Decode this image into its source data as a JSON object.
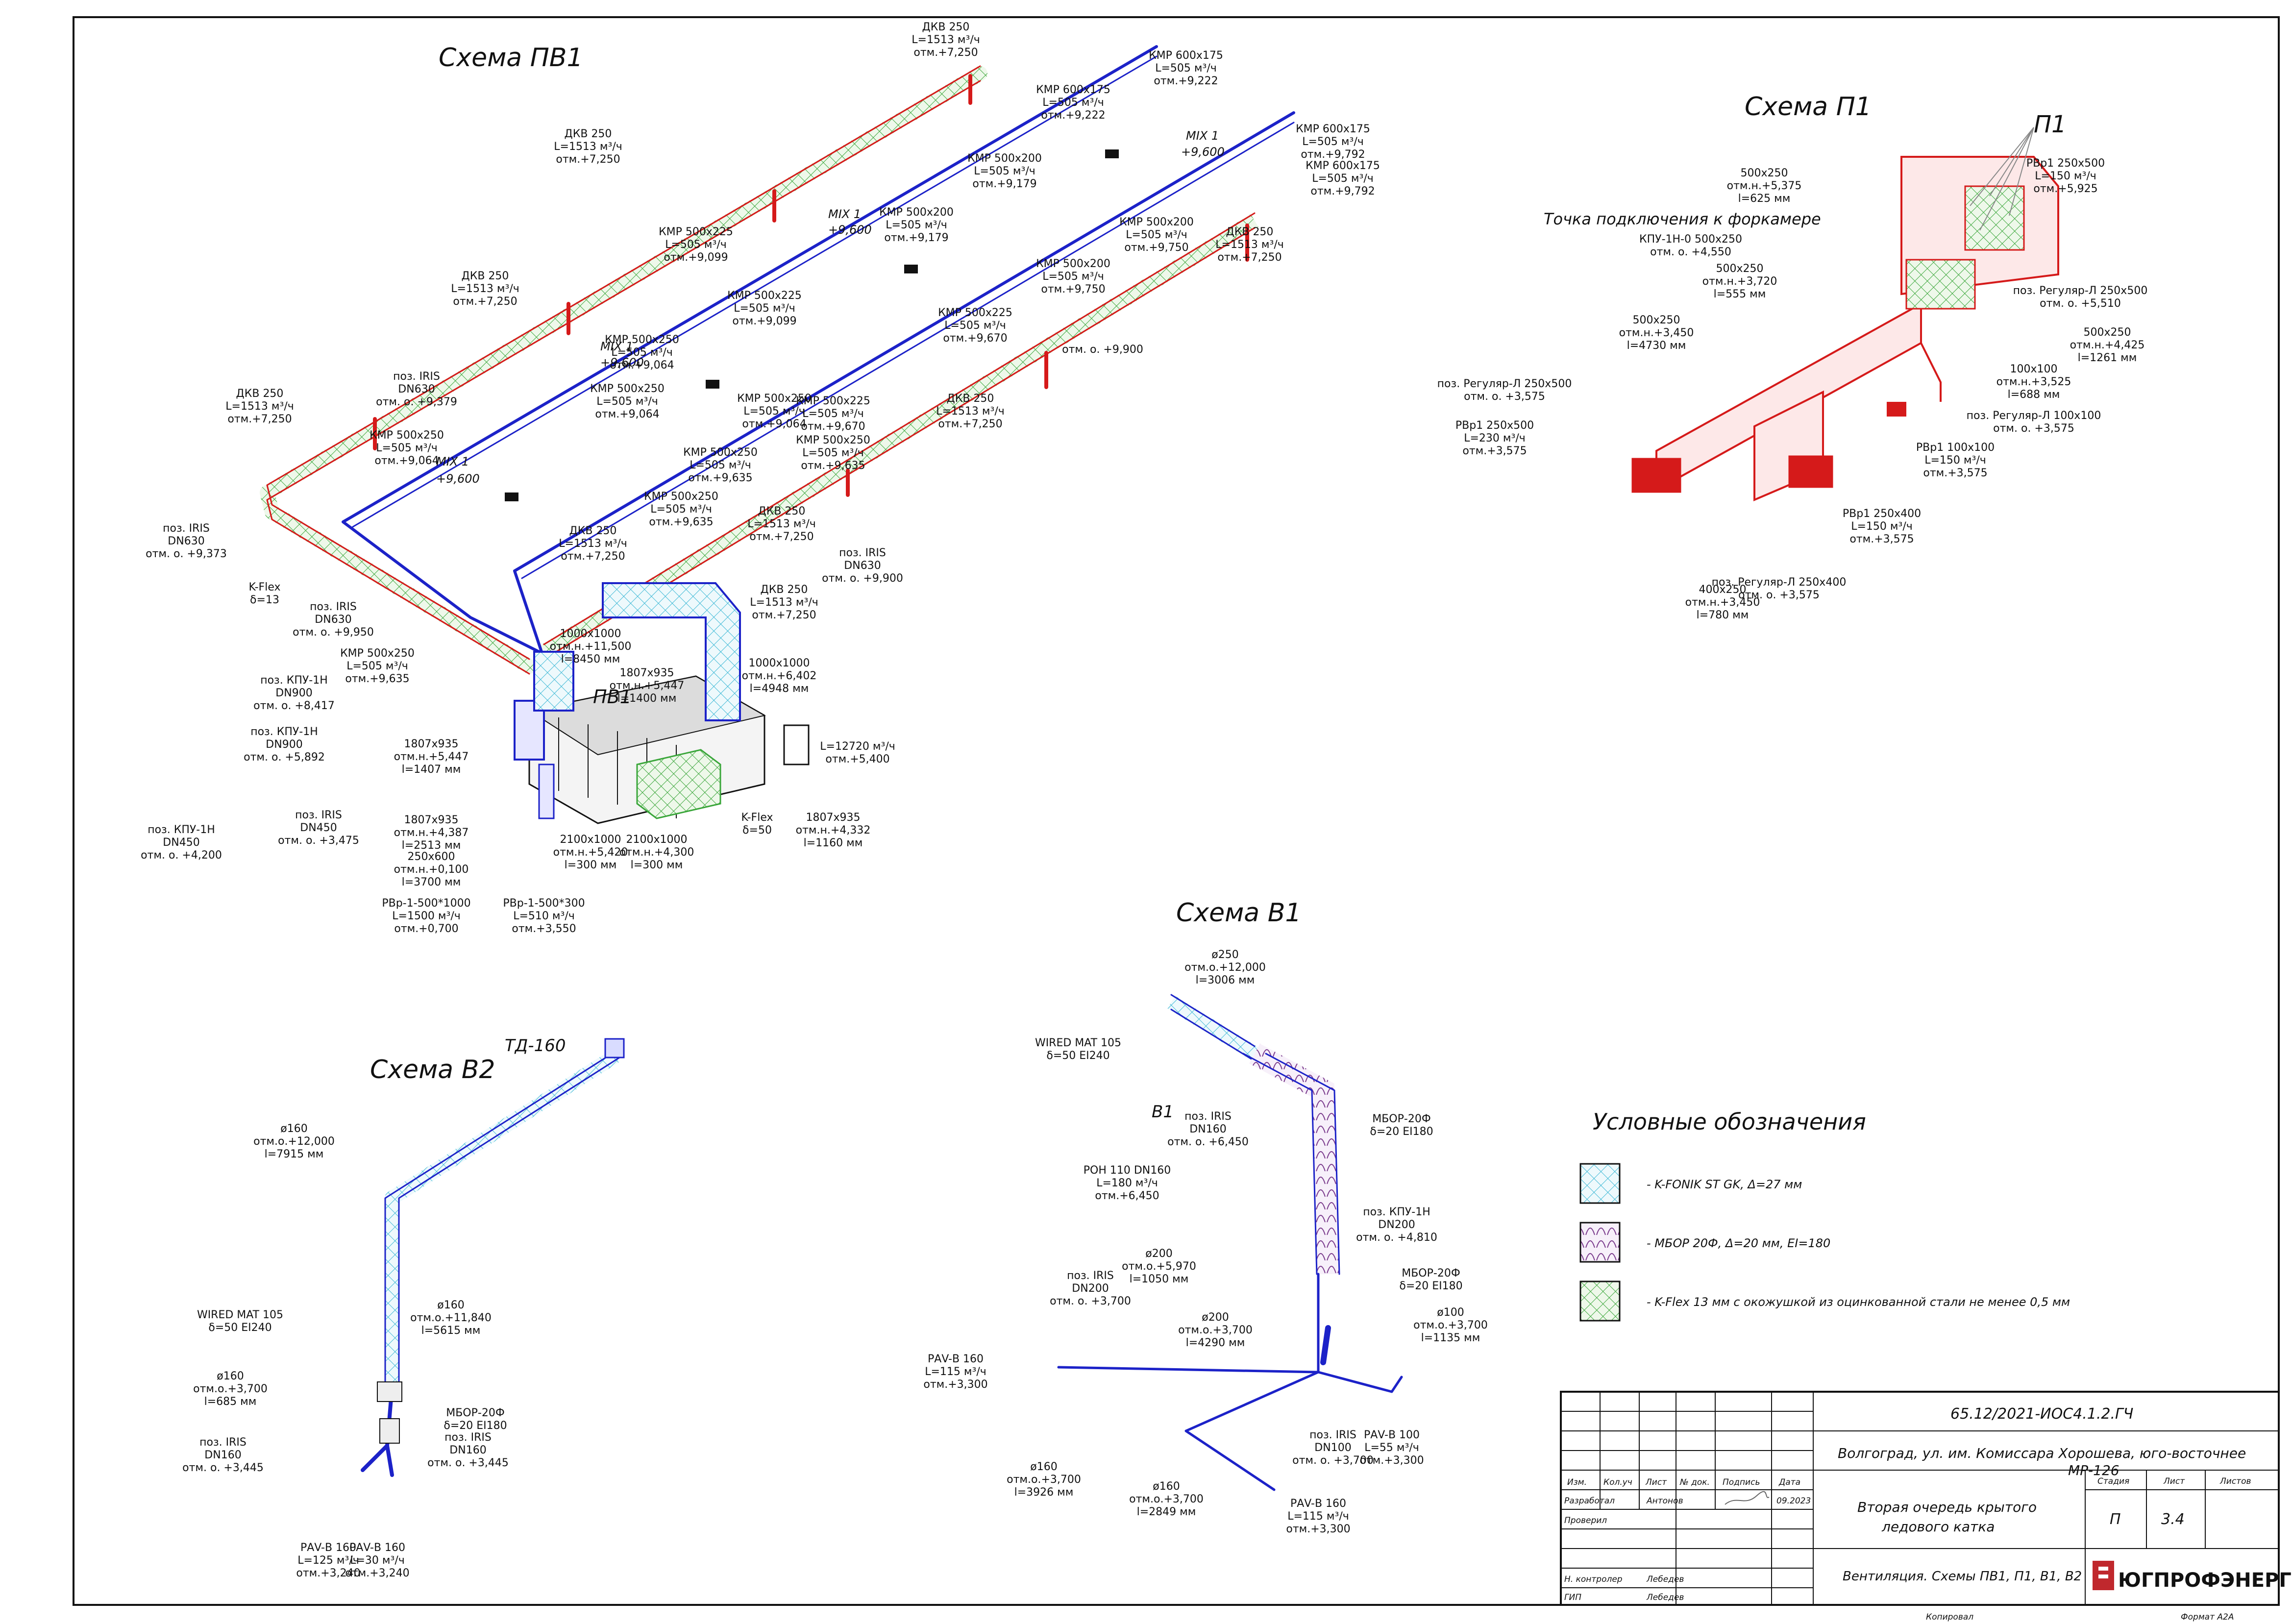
{
  "schemes": {
    "pv1": {
      "title": "Схема ПВ1",
      "unit": "ПВ1",
      "mix": [
        "MIX 1",
        "+9,600",
        "MIX 1",
        "+9,600",
        "MIX 1",
        "+9,600",
        "MIX 1",
        "+9,600"
      ],
      "labels": [
        [
          "ДКВ 250",
          "L=1513 м³/ч",
          "отм.+7,250"
        ],
        [
          "КМР 600х175",
          "L=505 м³/ч",
          "отм.+9,222"
        ],
        [
          "КМР 600х175",
          "L=505 м³/ч",
          "отм.+9,222"
        ],
        [
          "КМР 600х175",
          "L=505 м³/ч",
          "отм.+9,792"
        ],
        [
          "КМР 600х175",
          "L=505 м³/ч",
          "отм.+9,792"
        ],
        [
          "ДКВ 250",
          "L=1513 м³/ч",
          "отм.+7,250"
        ],
        [
          "КМР 500х200",
          "L=505 м³/ч",
          "отм.+9,179"
        ],
        [
          "КМР 500х200",
          "L=505 м³/ч",
          "отм.+9,179"
        ],
        [
          "КМР 500х225",
          "L=505 м³/ч",
          "отм.+9,099"
        ],
        [
          "КМР 500х200",
          "L=505 м³/ч",
          "отм.+9,750"
        ],
        [
          "ДКВ 250",
          "L=1513 м³/ч",
          "отм.+7,250"
        ],
        [
          "ДКВ 250",
          "L=1513 м³/ч",
          "отм.+7,250"
        ],
        [
          "КМР 500х225",
          "L=505 м³/ч",
          "отм.+9,099"
        ],
        [
          "КМР 500х200",
          "L=505 м³/ч",
          "отм.+9,750"
        ],
        [
          "КМР 500х250",
          "L=505 м³/ч",
          "отм.+9,064"
        ],
        [
          "КМР 500х225",
          "L=505 м³/ч",
          "отм.+9,670"
        ],
        [
          "отм. о. +9,900"
        ],
        [
          "ДКВ 250",
          "L=1513 м³/ч",
          "отм.+7,250"
        ],
        [
          "поз. IRIS",
          "DN630",
          "отм. о. +9,379"
        ],
        [
          "КМР 500х250",
          "L=505 м³/ч",
          "отм.+9,064"
        ],
        [
          "КМР 500х250",
          "L=505 м³/ч",
          "отм.+9,064"
        ],
        [
          "КМР 500х225",
          "L=505 м³/ч",
          "отм.+9,670"
        ],
        [
          "КМР 500х250",
          "L=505 м³/ч",
          "отм.+9,635"
        ],
        [
          "ДКВ 250",
          "L=1513 м³/ч",
          "отм.+7,250"
        ],
        [
          "КМР 500х250",
          "L=505 м³/ч",
          "отм.+9,064"
        ],
        [
          "КМР 500х250",
          "L=505 м³/ч",
          "отм.+9,635"
        ],
        [
          "КМР 500х250",
          "L=505 м³/ч",
          "отм.+9,635"
        ],
        [
          "ДКВ 250",
          "L=1513 м³/ч",
          "отм.+7,250"
        ],
        [
          "поз. IRIS",
          "DN630",
          "отм. о. +9,373"
        ],
        [
          "ДКВ 250",
          "L=1513 м³/ч",
          "отм.+7,250"
        ],
        [
          "поз. IRIS",
          "DN630",
          "отм. о. +9,900"
        ],
        [
          "K-Flex",
          "δ=13"
        ],
        [
          "ДКВ 250",
          "L=1513 м³/ч",
          "отм.+7,250"
        ],
        [
          "поз. IRIS",
          "DN630",
          "отм. о. +9,950"
        ],
        [
          "1000х1000",
          "отм.н.+11,500",
          "l=8450 мм"
        ],
        [
          "КМР 500х250",
          "L=505 м³/ч",
          "отм.+9,635"
        ],
        [
          "1807х935",
          "отм.н.+5,447",
          "l=1400 мм"
        ],
        [
          "1000х1000",
          "отм.н.+6,402",
          "l=4948 мм"
        ],
        [
          "поз. КПУ-1Н",
          "DN900",
          "отм. о. +8,417"
        ],
        [
          "поз. КПУ-1Н",
          "DN900",
          "отм. о. +5,892"
        ],
        [
          "L=12720 м³/ч",
          "отм.+5,400"
        ],
        [
          "1807х935",
          "отм.н.+5,447",
          "l=1407 мм"
        ],
        [
          "K-Flex",
          "δ=50"
        ],
        [
          "1807х935",
          "отм.н.+4,332",
          "l=1160 мм"
        ],
        [
          "поз. IRIS",
          "DN450",
          "отм. о. +3,475"
        ],
        [
          "поз. КПУ-1Н",
          "DN450",
          "отм. о. +4,200"
        ],
        [
          "1807х935",
          "отм.н.+4,387",
          "l=2513 мм"
        ],
        [
          "250х600",
          "отм.н.+0,100",
          "l=3700 мм"
        ],
        [
          "2100х1000",
          "отм.н.+5,420",
          "l=300 мм"
        ],
        [
          "2100х1000",
          "отм.н.+4,300",
          "l=300 мм"
        ],
        [
          "РВр-1-500*1000",
          "L=1500 м³/ч",
          "отм.+0,700"
        ],
        [
          "РВр-1-500*300",
          "L=510 м³/ч",
          "отм.+3,550"
        ]
      ]
    },
    "p1": {
      "title": "Схема П1",
      "unit": "П1",
      "connection": "Точка подключения к форкамере",
      "labels": [
        [
          "РВр1 250х500",
          "L=150 м³/ч",
          "отм.+5,925"
        ],
        [
          "500х250",
          "отм.н.+5,375",
          "l=625 мм"
        ],
        [
          "КПУ-1Н-0 500х250",
          "отм. о. +4,550"
        ],
        [
          "500х250",
          "отм.н.+3,720",
          "l=555 мм"
        ],
        [
          "поз. Регуляр-Л 250х500",
          "отм. о. +5,510"
        ],
        [
          "500х250",
          "отм.н.+4,425",
          "l=1261 мм"
        ],
        [
          "500х250",
          "отм.н.+3,450",
          "l=4730 мм"
        ],
        [
          "100х100",
          "отм.н.+3,525",
          "l=688 мм"
        ],
        [
          "поз. Регуляр-Л 250х500",
          "отм. о. +3,575"
        ],
        [
          "поз. Регуляр-Л 100х100",
          "отм. о. +3,575"
        ],
        [
          "РВр1 250х500",
          "L=230 м³/ч",
          "отм.+3,575"
        ],
        [
          "РВр1 100х100",
          "L=150 м³/ч",
          "отм.+3,575"
        ],
        [
          "РВр1 250х400",
          "L=150 м³/ч",
          "отм.+3,575"
        ],
        [
          "поз. Регуляр-Л 250х400",
          "отм. о. +3,575"
        ],
        [
          "400х250",
          "отм.н.+3,450",
          "l=780 мм"
        ]
      ]
    },
    "v1": {
      "title": "Схема В1",
      "unit": "В1",
      "labels": [
        [
          "ø250",
          "отм.о.+12,000",
          "l=3006 мм"
        ],
        [
          "WIRED MAT 105",
          "δ=50 EI240"
        ],
        [
          "МБОР-20Ф",
          "δ=20 EI180"
        ],
        [
          "поз. IRIS",
          "DN160",
          "отм. о. +6,450"
        ],
        [
          "РОН 110 DN160",
          "L=180 м³/ч",
          "отм.+6,450"
        ],
        [
          "поз. КПУ-1Н",
          "DN200",
          "отм. о. +4,810"
        ],
        [
          "ø200",
          "отм.о.+5,970",
          "l=1050 мм"
        ],
        [
          "МБОР-20Ф",
          "δ=20 EI180"
        ],
        [
          "поз. IRIS",
          "DN200",
          "отм. о. +3,700"
        ],
        [
          "ø200",
          "отм.о.+3,700",
          "l=4290 мм"
        ],
        [
          "ø100",
          "отм.о.+3,700",
          "l=1135 мм"
        ],
        [
          "РАV-В 160",
          "L=115 м³/ч",
          "отм.+3,300"
        ],
        [
          "поз. IRIS",
          "DN100",
          "отм. о. +3,700"
        ],
        [
          "РАV-В 100",
          "L=55 м³/ч",
          "отм.+3,300"
        ],
        [
          "ø160",
          "отм.о.+3,700",
          "l=3926 мм"
        ],
        [
          "ø160",
          "отм.о.+3,700",
          "l=2849 мм"
        ],
        [
          "РАV-В 160",
          "L=115 м³/ч",
          "отм.+3,300"
        ]
      ]
    },
    "v2": {
      "title": "Схема В2",
      "td": "ТД-160",
      "labels": [
        [
          "ø160",
          "отм.о.+12,000",
          "l=7915 мм"
        ],
        [
          "WIRED MAT 105",
          "δ=50 EI240"
        ],
        [
          "ø160",
          "отм.о.+11,840",
          "l=5615 мм"
        ],
        [
          "ø160",
          "отм.о.+3,700",
          "l=685 мм"
        ],
        [
          "МБОР-20Ф",
          "δ=20 EI180"
        ],
        [
          "поз. IRIS",
          "DN160",
          "отм. о. +3,445"
        ],
        [
          "поз. IRIS",
          "DN160",
          "отм. о. +3,445"
        ],
        [
          "РАV-В 160",
          "L=125 м³/ч",
          "отм.+3,240"
        ],
        [
          "РАV-В 160",
          "L=30 м³/ч",
          "отм.+3,240"
        ]
      ]
    }
  },
  "legend": {
    "title": "Условные обозначения",
    "items": [
      {
        "text": "- K-FONIK ST GK, Δ=27 мм",
        "color": "#3fb9d6"
      },
      {
        "text": "- МБОР 20Ф, Δ=20 мм, EI=180",
        "color": "#7a3a8c"
      },
      {
        "text": "- K-Flex 13 мм с окожушкой из оцинкованной стали не менее 0,5 мм",
        "color": "#3aa63a"
      }
    ]
  },
  "stamp": {
    "code": "65.12/2021-ИОС4.1.2.ГЧ",
    "address": [
      "Волгоград, ул. им. Комиссара Хорошева, юго-восточнее",
      "МР-126"
    ],
    "object": [
      "Вторая очередь крытого",
      "ледового катка"
    ],
    "sheet_title": "Вентиляция. Схемы ПВ1, П1, В1, В2",
    "headers": [
      "Изм.",
      "Кол.уч",
      "Лист",
      "№ док.",
      "Подпись",
      "Дата"
    ],
    "roles": [
      {
        "role": "Разработал",
        "name": "Антонов",
        "date": "09.2023"
      },
      {
        "role": "Проверил",
        "name": "",
        "date": ""
      },
      {
        "role": "Н. контролер",
        "name": "Лебедев",
        "date": ""
      },
      {
        "role": "ГИП",
        "name": "Лебедев",
        "date": ""
      }
    ],
    "stage_head": "Стадия",
    "sheet_head": "Лист",
    "sheets_head": "Листов",
    "stage": "П",
    "sheet": "3.4",
    "sheets": "",
    "company": "ЮГПРОФЭНЕРГО"
  },
  "footer": {
    "copy": "Копировал",
    "format": "Формат А2А"
  },
  "colors": {
    "duct_blue": "#1c22c8",
    "duct_red": "#d51a1a",
    "hatch_green": "#3aa63a",
    "hatch_cyan": "#3fb9d6",
    "hatch_purple": "#7a3a8c"
  }
}
